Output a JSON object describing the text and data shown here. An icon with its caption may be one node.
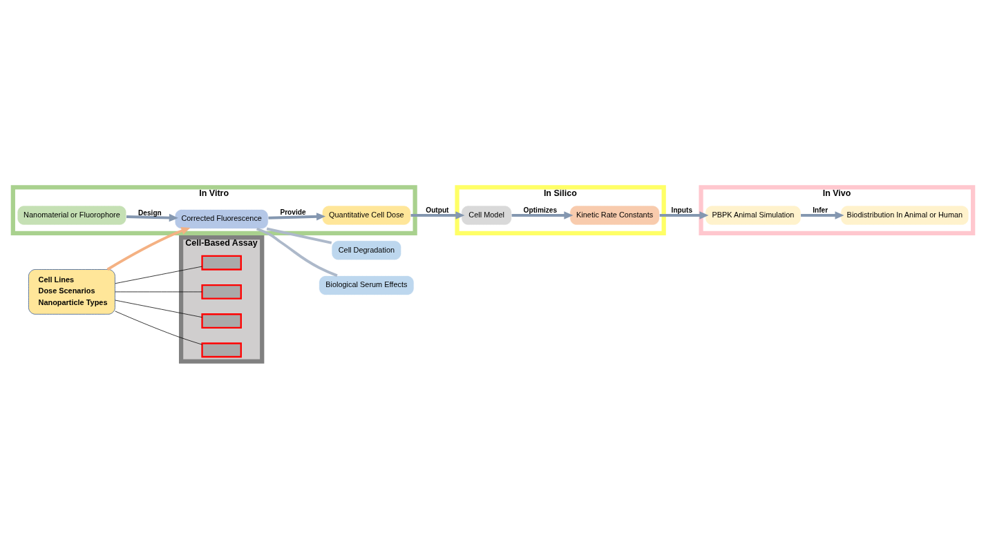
{
  "diagram": {
    "nodes": [
      {
        "text": [
          "In Vitro"
        ]
      },
      {
        "text": [
          "Nanomaterial or Fluorophore"
        ],
        "in": 0
      },
      {
        "text": [
          "Corrected Fluorescence"
        ],
        "in": 0
      },
      {
        "text": [
          "Quantitative Cell Dose"
        ],
        "in": 0
      },
      {
        "text": [
          "In Silico"
        ]
      },
      {
        "text": [
          "Cell Model"
        ],
        "in": 4
      },
      {
        "text": [
          "Kinetic Rate Constants"
        ],
        "in": 4
      },
      {
        "text": [
          "Cell Degradation"
        ]
      },
      {
        "text": [
          "Biological Serum Effects"
        ]
      },
      {
        "text": [
          "In Vivo"
        ]
      },
      {
        "text": [
          "PBPK Animal Simulation"
        ],
        "in": 9
      },
      {
        "text": [
          "Biodistribution In Animal or Human"
        ],
        "in": 9
      },
      {
        "text": [
          "Cell Lines",
          "Dose Scenarios",
          "Nanoparticle Types"
        ]
      },
      {
        "text": [
          "Cell-Based Assay"
        ]
      },
      {
        "text": [],
        "shape": "box",
        "in": 13
      },
      {
        "text": [],
        "shape": "box",
        "in": 13
      },
      {
        "text": [],
        "shape": "box",
        "in": 13
      },
      {
        "text": [],
        "shape": "box",
        "in": 13
      }
    ],
    "edges": [
      {
        "from": 1,
        "to": 2,
        "arrow": "to",
        "label": "Design"
      },
      {
        "from": 2,
        "to": 3,
        "arrow": "to",
        "label": "Provide"
      },
      {
        "from": 3,
        "to": 5,
        "arrow": "to",
        "label": "Output"
      },
      {
        "from": 5,
        "to": 6,
        "arrow": "to",
        "label": "Optimizes"
      },
      {
        "from": 6,
        "to": 10,
        "arrow": "to",
        "label": "Inputs"
      },
      {
        "from": 10,
        "to": 11,
        "arrow": "to",
        "label": "Infer"
      },
      {
        "from": 2,
        "to": 7,
        "arrow": "none",
        "color": "#adb9ca"
      },
      {
        "from": 2,
        "to": 8,
        "arrow": "none",
        "color": "#adb9ca"
      },
      {
        "from": 12,
        "to": 2,
        "arrow": "to",
        "color": "#f4b183"
      },
      {
        "from": 12,
        "to": 14,
        "arrow": "none",
        "color": "#000000"
      },
      {
        "from": 12,
        "to": 15,
        "arrow": "none",
        "color": "#000000"
      },
      {
        "from": 12,
        "to": 16,
        "arrow": "none",
        "color": "#000000"
      },
      {
        "from": 12,
        "to": 17,
        "arrow": "none",
        "color": "#000000"
      }
    ]
  }
}
